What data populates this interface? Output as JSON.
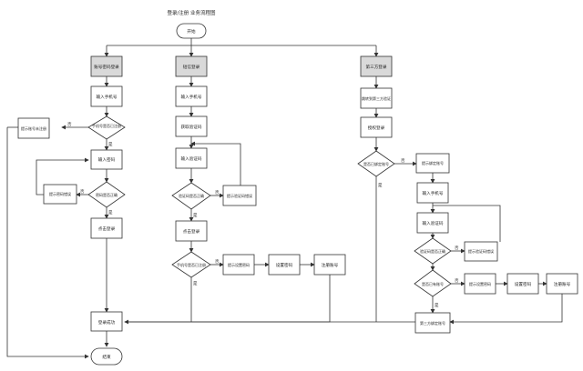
{
  "title": "登录/注册 业务流程图",
  "nodes": {
    "start": "开始",
    "end": "结束",
    "login_ok": "登录成功",
    "col1_head": "账号密码登录",
    "col1_phone": "输入手机号",
    "col1_registered": "手机号是否已注册",
    "col1_notreg": "提示账号未注册",
    "col1_pwd": "输入密码",
    "col1_pwdok": "密码是否正确",
    "col1_pwderr": "提示密码错误",
    "col1_click": "点击登录",
    "col2_head": "短信登录",
    "col2_phone": "输入手机号",
    "col2_getcode": "获取验证码",
    "col2_code": "输入验证码",
    "col2_codeok": "验证码是否正确",
    "col2_codeerr": "提示验证码错误",
    "col2_click": "点击登录",
    "col2_registered": "手机号是否已注册",
    "col2_setpwd_tip": "提示设置密码",
    "col2_setpwd": "设置密码",
    "col2_register": "注册账号",
    "col3_head": "第三方登录",
    "col3_jump": "跳转到第三方验证",
    "col3_auth": "授权登录",
    "col3_bound": "是否已绑定账号",
    "col3_bindtip": "提示绑定账号",
    "col3_phone": "输入手机号",
    "col3_code": "输入验证码",
    "col3_codeok": "验证码是否正确",
    "col3_codeerr": "提示验证码错误",
    "col3_registered": "是否已有账号",
    "col3_setpwd_tip": "提示设置密码",
    "col3_setpwd": "设置密码",
    "col3_register": "注册账号",
    "col3_bindacc": "第三方绑定账号"
  },
  "edge_labels": {
    "no": "否",
    "yes": "是"
  }
}
